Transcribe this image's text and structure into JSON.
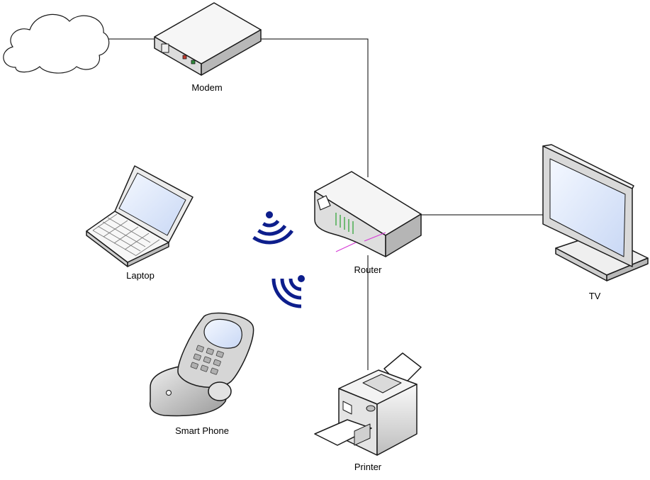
{
  "diagram": {
    "nodes": {
      "internet": {
        "label": ""
      },
      "modem": {
        "label": "Modem"
      },
      "router": {
        "label": "Router"
      },
      "laptop": {
        "label": "Laptop"
      },
      "smartphone": {
        "label": "Smart Phone"
      },
      "tv": {
        "label": "TV"
      },
      "printer": {
        "label": "Printer"
      }
    },
    "connections": [
      {
        "from": "internet",
        "to": "modem",
        "type": "wired"
      },
      {
        "from": "modem",
        "to": "router",
        "type": "wired"
      },
      {
        "from": "router",
        "to": "tv",
        "type": "wired"
      },
      {
        "from": "router",
        "to": "printer",
        "type": "wired"
      },
      {
        "from": "router",
        "to": "laptop",
        "type": "wireless"
      },
      {
        "from": "router",
        "to": "smartphone",
        "type": "wireless"
      }
    ],
    "colors": {
      "line": "#000000",
      "wifi": "#0d1e8c",
      "device_outline": "#1a1a1a",
      "device_body": "#e6e6e6",
      "screen": "#dfe9fb",
      "led_red": "#c0392b",
      "led_green": "#2e8b3a",
      "router_leds": "#4caf50",
      "router_accent": "#d63ad6"
    },
    "icons": {
      "internet": "cloud-icon",
      "modem": "modem-icon",
      "router": "router-icon",
      "laptop": "laptop-icon",
      "smartphone": "smartphone-icon",
      "tv": "tv-icon",
      "printer": "printer-icon",
      "wireless": "wifi-signal-icon"
    }
  }
}
